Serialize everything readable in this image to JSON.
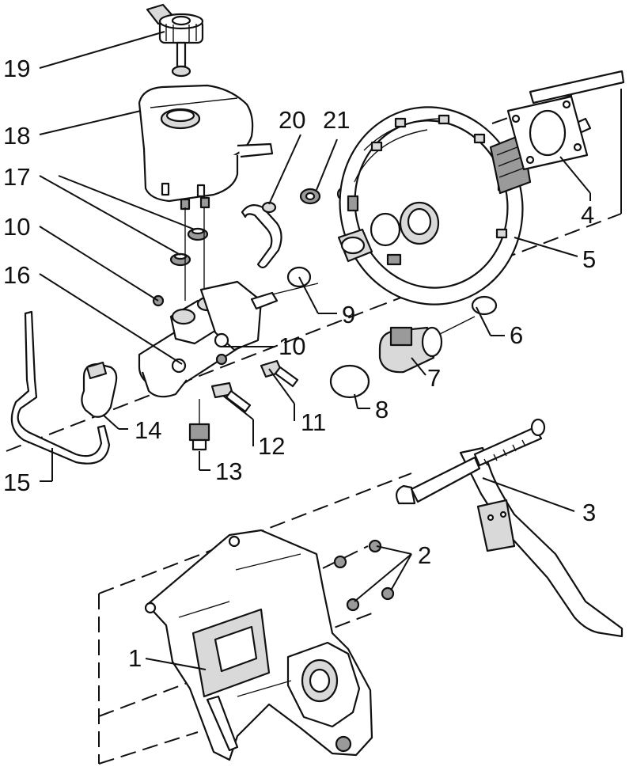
{
  "callouts": [
    {
      "id": "1",
      "label": "1"
    },
    {
      "id": "2",
      "label": "2"
    },
    {
      "id": "3",
      "label": "3"
    },
    {
      "id": "4",
      "label": "4"
    },
    {
      "id": "5",
      "label": "5"
    },
    {
      "id": "6",
      "label": "6"
    },
    {
      "id": "7",
      "label": "7"
    },
    {
      "id": "8",
      "label": "8"
    },
    {
      "id": "9",
      "label": "9"
    },
    {
      "id": "10a",
      "label": "10"
    },
    {
      "id": "10b",
      "label": "10"
    },
    {
      "id": "11",
      "label": "11"
    },
    {
      "id": "12",
      "label": "12"
    },
    {
      "id": "13",
      "label": "13"
    },
    {
      "id": "14",
      "label": "14"
    },
    {
      "id": "15",
      "label": "15"
    },
    {
      "id": "16",
      "label": "16"
    },
    {
      "id": "17",
      "label": "17"
    },
    {
      "id": "18",
      "label": "18"
    },
    {
      "id": "19",
      "label": "19"
    },
    {
      "id": "20",
      "label": "20"
    },
    {
      "id": "21",
      "label": "21"
    }
  ]
}
